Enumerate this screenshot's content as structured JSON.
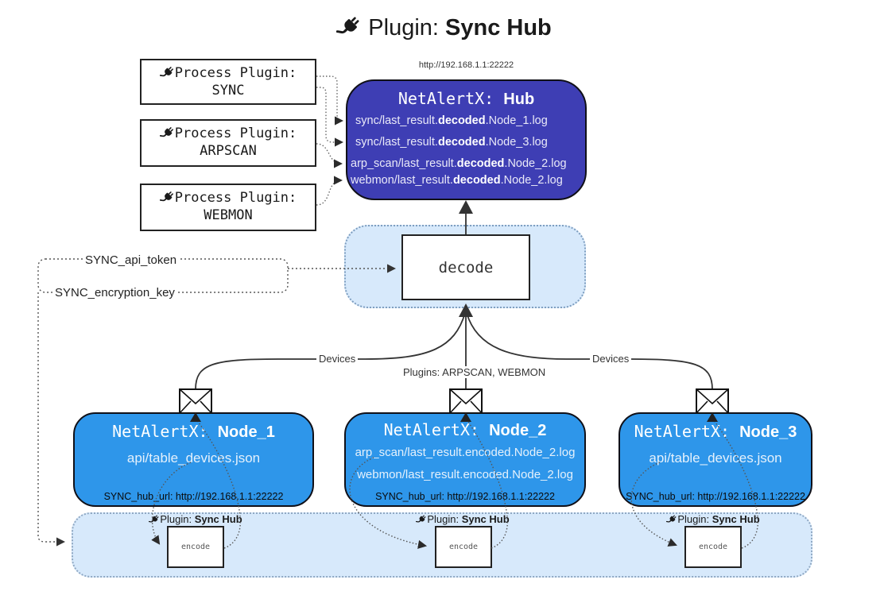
{
  "title": {
    "label": "Plugin:",
    "name": "Sync Hub"
  },
  "process_plugins": [
    {
      "label": "Process Plugin:",
      "name": "SYNC"
    },
    {
      "label": "Process Plugin:",
      "name": "ARPSCAN"
    },
    {
      "label": "Process Plugin:",
      "name": "WEBMON"
    }
  ],
  "hub": {
    "url": "http://192.168.1.1:22222",
    "title_label": "NetAlertX:",
    "title_name": "Hub",
    "files": [
      {
        "pre": "sync/last_result.",
        "bold": "decoded",
        "post": ".Node_1.log"
      },
      {
        "pre": "sync/last_result.",
        "bold": "decoded",
        "post": ".Node_3.log"
      },
      {
        "pre": "arp_scan/last_result.",
        "bold": "decoded",
        "post": ".Node_2.log"
      },
      {
        "pre": "webmon/last_result.",
        "bold": "decoded",
        "post": ".Node_2.log"
      }
    ]
  },
  "decode": {
    "label": "decode"
  },
  "secrets": {
    "api_token": "SYNC_api_token",
    "encryption_key": "SYNC_encryption_key"
  },
  "edge_labels": {
    "devices_left": "Devices",
    "devices_right": "Devices",
    "plugins": "Plugins: ARPSCAN, WEBMON"
  },
  "nodes": [
    {
      "title_label": "NetAlertX:",
      "title_name": "Node_1",
      "files": [
        "api/table_devices.json"
      ],
      "hub_url": "SYNC_hub_url: http://192.168.1.1:22222"
    },
    {
      "title_label": "NetAlertX:",
      "title_name": "Node_2",
      "files": [
        "arp_scan/last_result.encoded.Node_2.log",
        "webmon/last_result.encoded.Node_2.log"
      ],
      "hub_url": "SYNC_hub_url: http://192.168.1.1:22222"
    },
    {
      "title_label": "NetAlertX:",
      "title_name": "Node_3",
      "files": [
        "api/table_devices.json"
      ],
      "hub_url": "SYNC_hub_url: http://192.168.1.1:22222"
    }
  ],
  "encoder": {
    "plugin_label": "Plugin:",
    "plugin_name": "Sync Hub",
    "box_label": "encode"
  },
  "colors": {
    "hub_fill": "#3E3EB4",
    "node_fill": "#2E96EA",
    "container_fill": "#D7E9FB"
  }
}
